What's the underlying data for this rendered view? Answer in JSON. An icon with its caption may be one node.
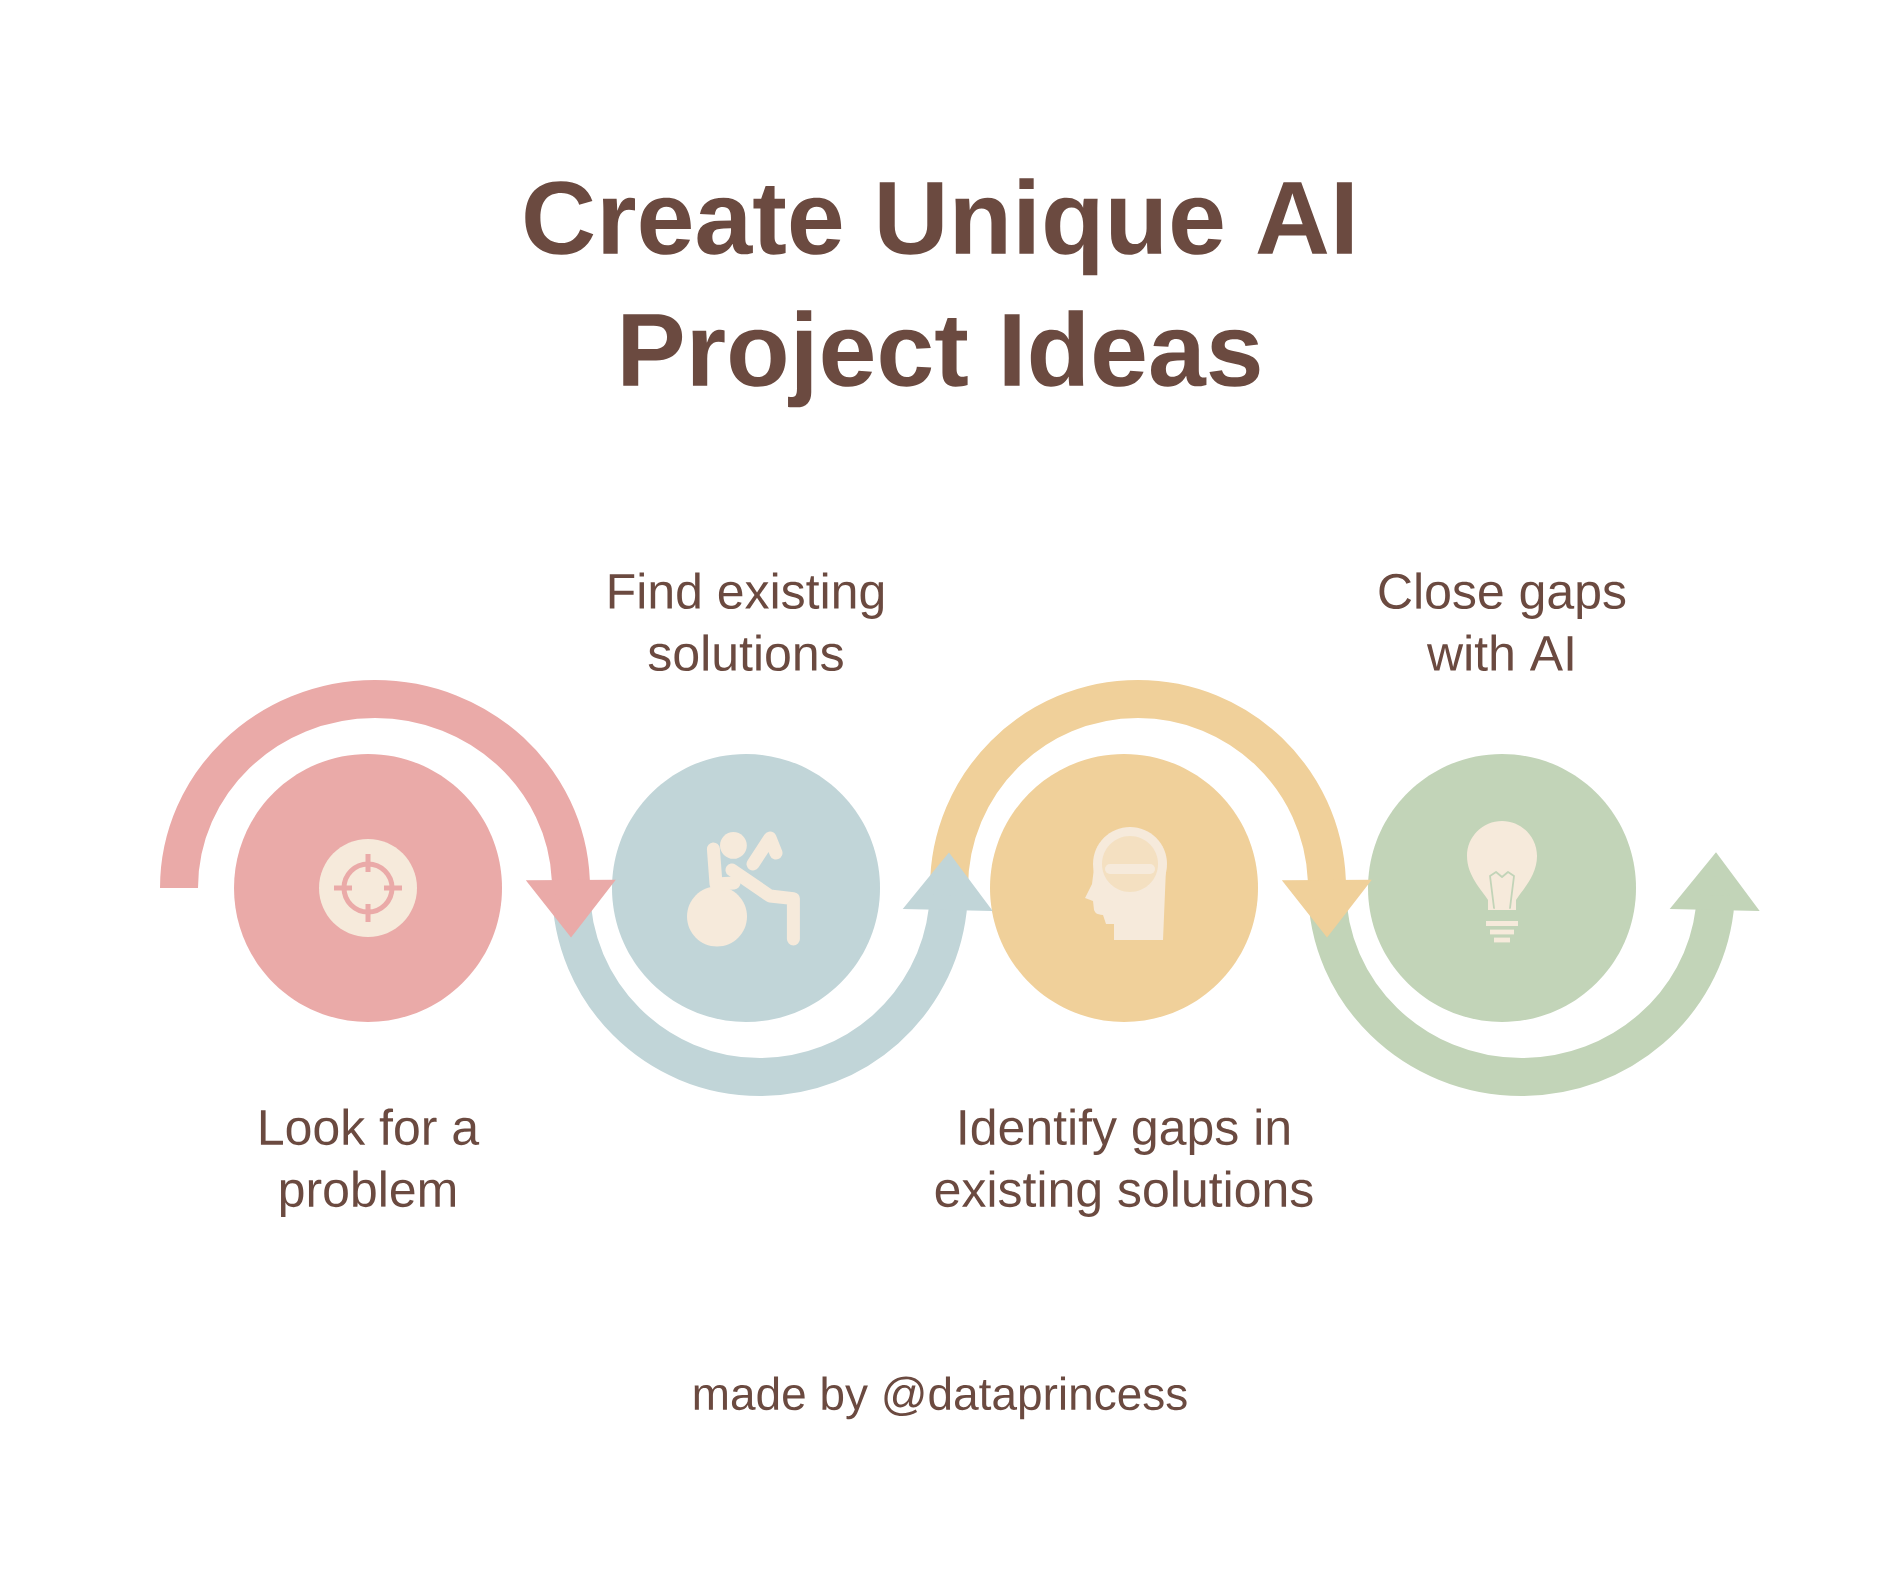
{
  "diagram": {
    "title": "Create Unique AI Project Ideas",
    "nodes": [
      {
        "text": [],
        "shape": "circle",
        "beside": [
          "Look for a problem"
        ]
      },
      {
        "text": [],
        "shape": "circle",
        "beside": [
          "Find existing solutions"
        ]
      },
      {
        "text": [],
        "shape": "circle",
        "beside": [
          "Identify gaps in existing solutions"
        ]
      },
      {
        "text": [],
        "shape": "circle",
        "beside": [
          "Close gaps with AI"
        ]
      }
    ],
    "edges": [
      {
        "from": null,
        "to": 1,
        "arrow": "to",
        "color": "#eaaaa8"
      },
      {
        "from": null,
        "to": 2,
        "arrow": "to",
        "color": "#c1d5d8"
      },
      {
        "from": null,
        "to": 3,
        "arrow": "to",
        "color": "#f0d09a"
      },
      {
        "from": 3,
        "to": null,
        "arrow": "to",
        "color": "#c2d4b8"
      }
    ],
    "labels": [
      "made by @dataprincess"
    ]
  }
}
